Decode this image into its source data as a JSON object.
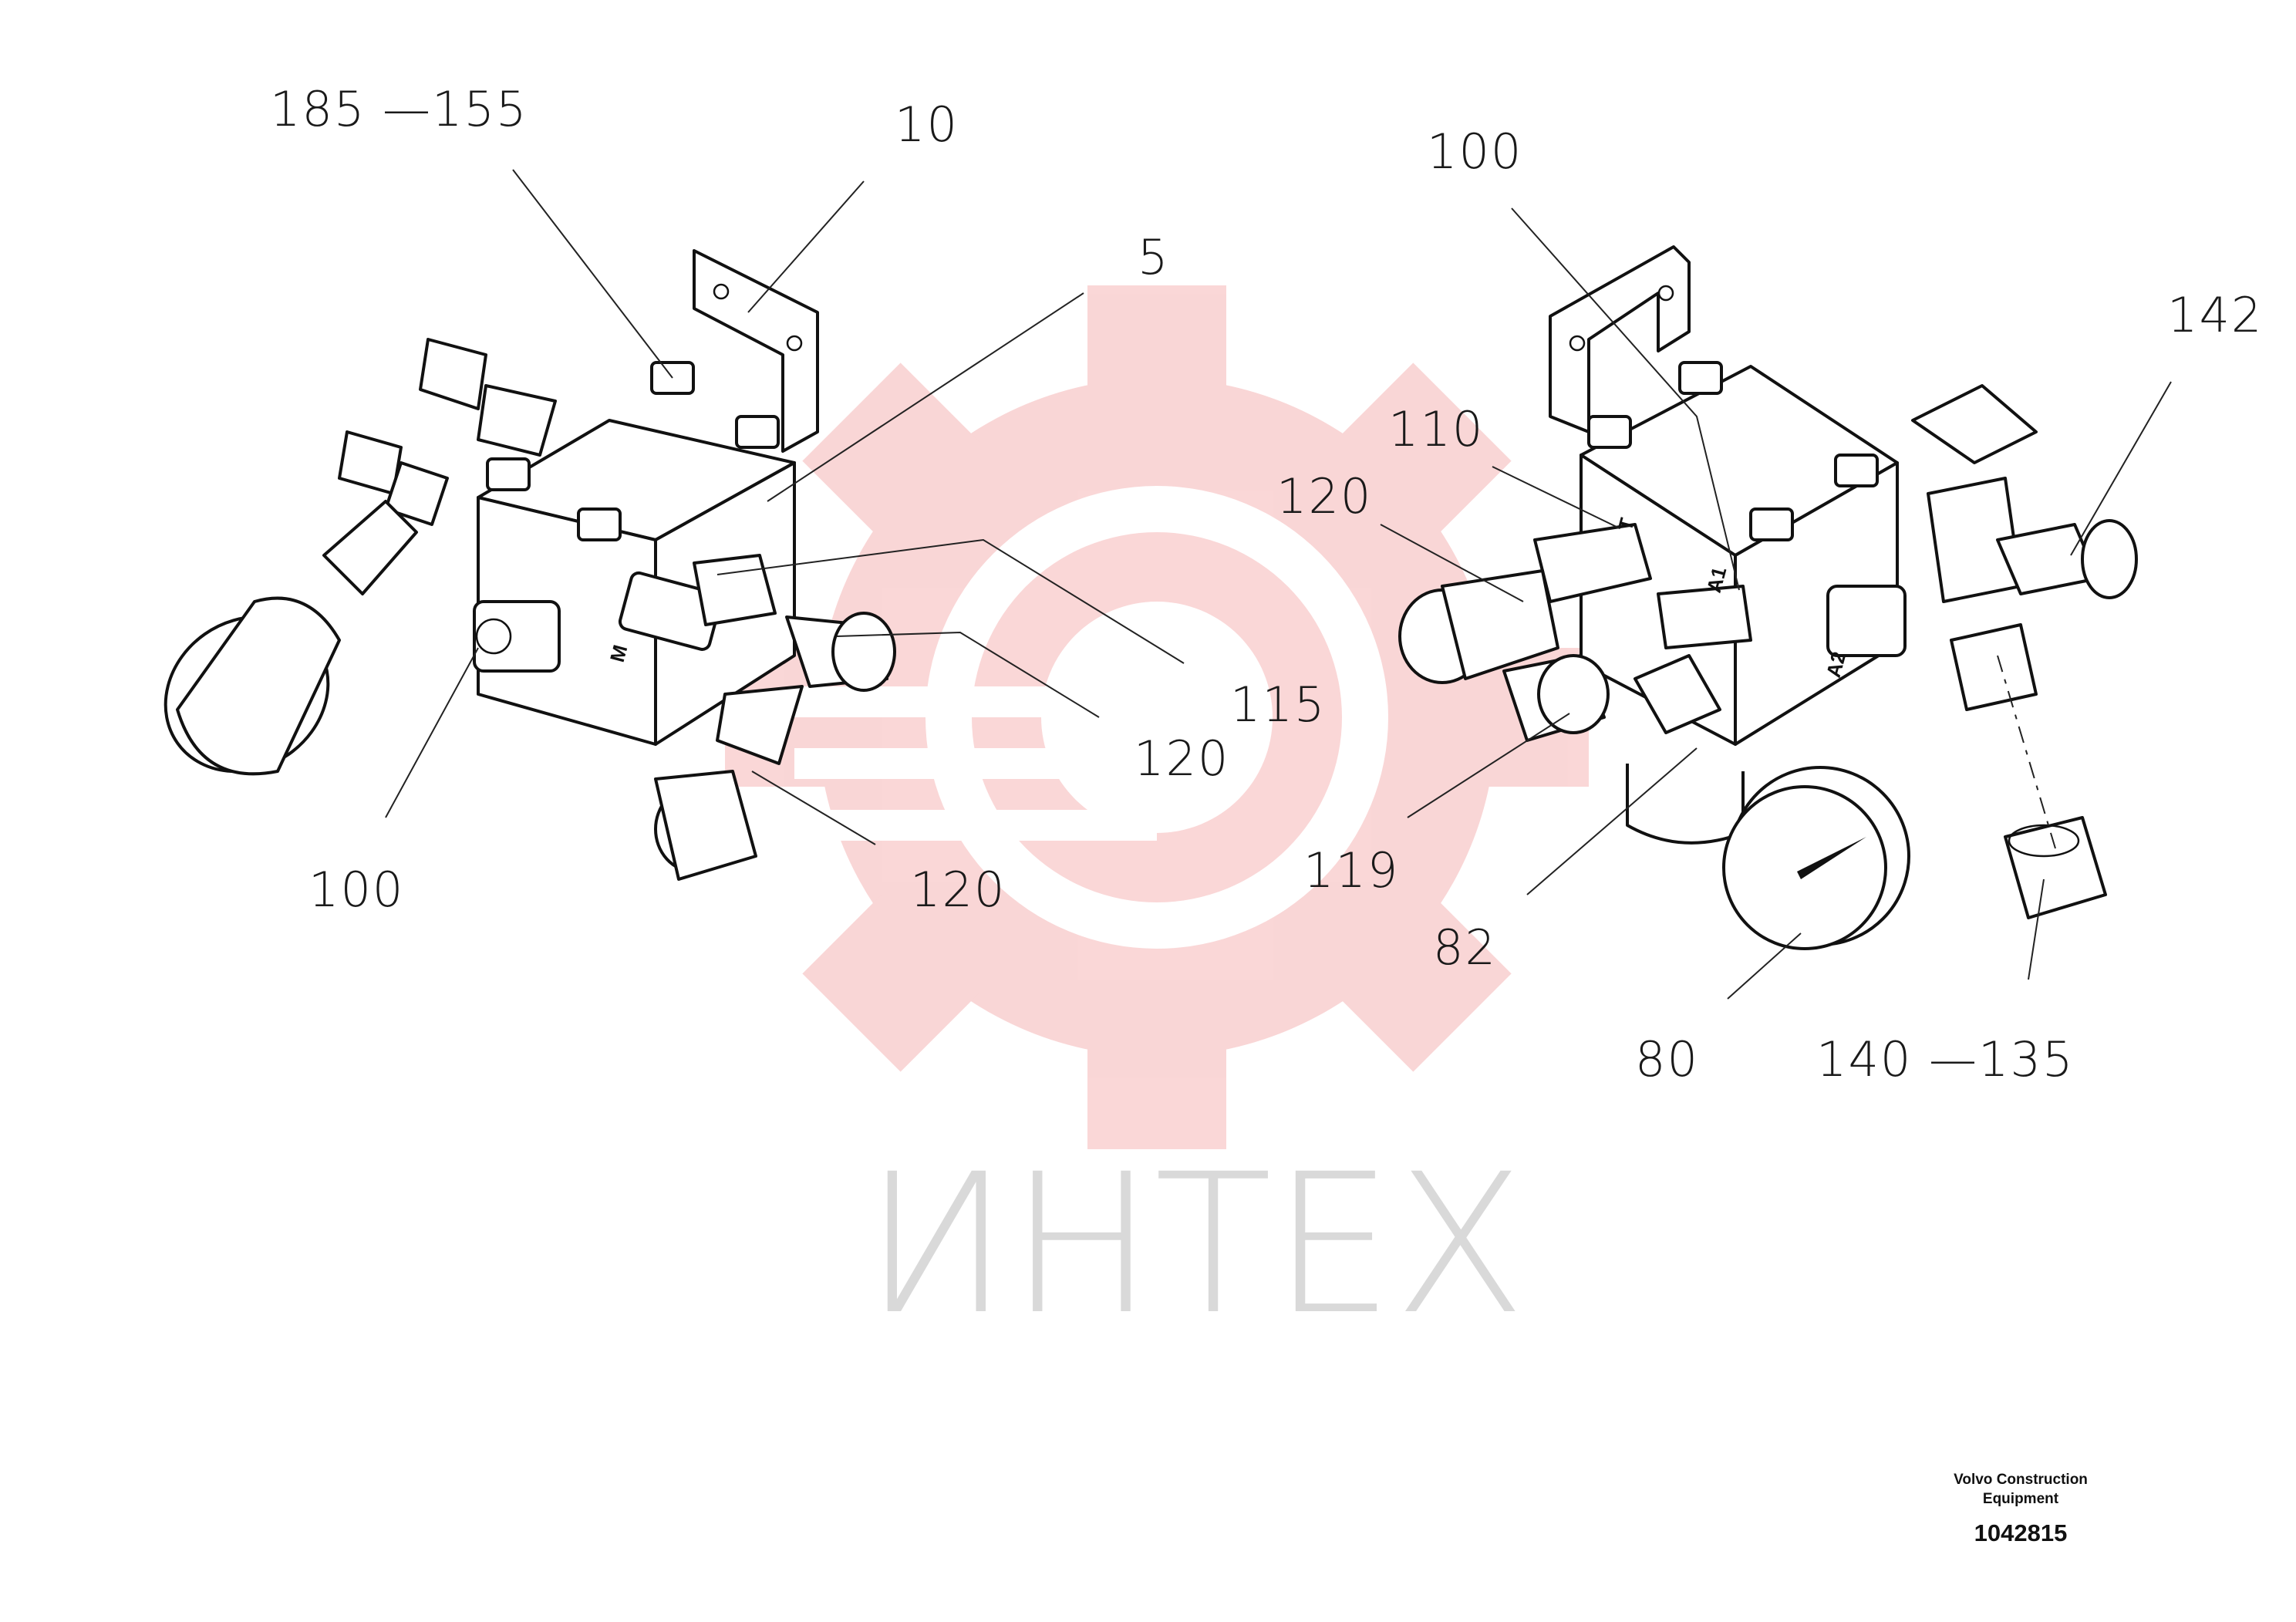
{
  "watermark": {
    "text": "ИНТЕХ",
    "gear_color": "#f8c9c9",
    "text_color": "#d9d9d9"
  },
  "callouts": {
    "left_185_155": "185 —155",
    "left_10": "10",
    "left_5": "5",
    "left_115": "115",
    "left_120_a": "120",
    "left_120_b": "120",
    "left_100": "100",
    "right_100": "100",
    "right_110": "110",
    "right_120": "120",
    "right_142": "142",
    "right_119": "119",
    "right_82": "82",
    "right_80": "80",
    "right_140_135": "140 —135"
  },
  "port_labels": {
    "left_m": "M",
    "right_t": "T",
    "right_a1": "A1",
    "right_a2": "A2"
  },
  "footer": {
    "maker_line1": "Volvo Construction",
    "maker_line2": "Equipment",
    "document_number": "1042815"
  }
}
